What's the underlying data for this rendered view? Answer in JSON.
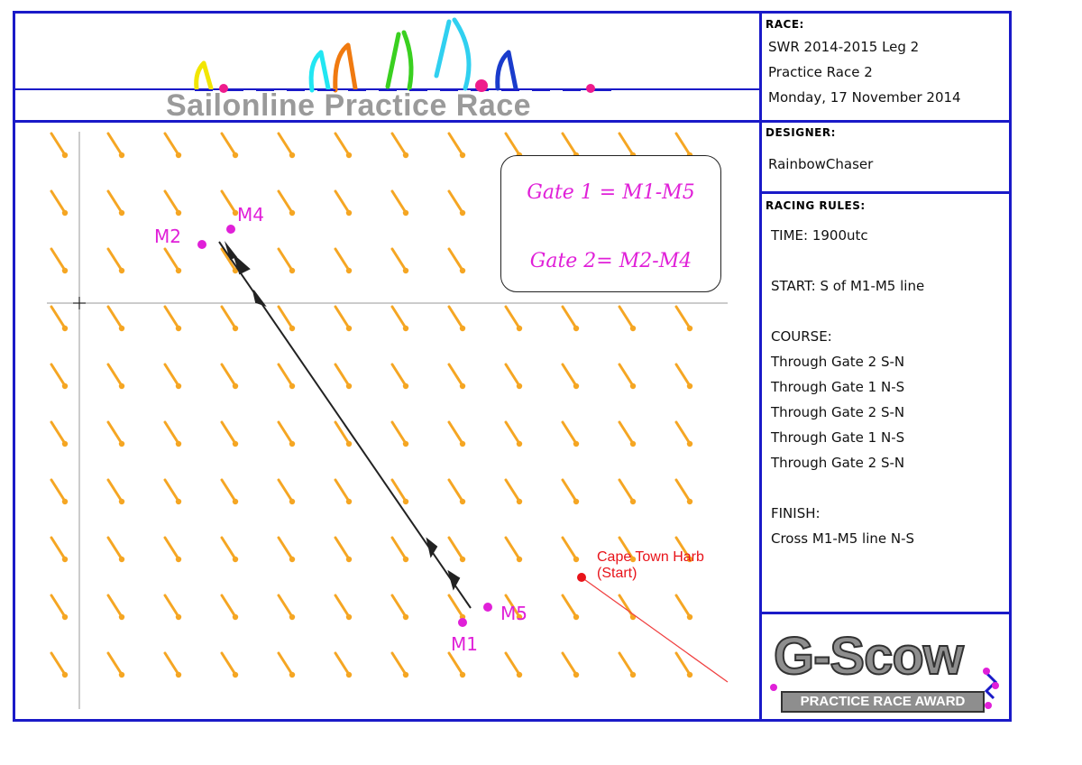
{
  "header": {
    "title": "Sailonline Practice Race"
  },
  "race": {
    "label": "RACE:",
    "line1": "SWR 2014-2015 Leg 2",
    "line2": "Practice Race 2",
    "line3": "Monday, 17 November 2014"
  },
  "designer": {
    "label": "DESIGNER:",
    "name": "RainbowChaser"
  },
  "rules": {
    "label": "RACING RULES:",
    "time": "TIME: 1900utc",
    "start": "START:  S of M1-M5 line",
    "course_label": "COURSE:",
    "course": [
      "Through Gate 2 S-N",
      "Through Gate 1 N-S",
      "Through Gate 2 S-N",
      "Through Gate 1 N-S",
      "Through Gate 2 S-N"
    ],
    "finish_label": "FINISH:",
    "finish": "Cross M1-M5 line N-S"
  },
  "legend": {
    "gate1": "Gate 1 = M1-M5",
    "gate2": "Gate 2= M2-M4"
  },
  "marks": {
    "m1": "M1",
    "m2": "M2",
    "m4": "M4",
    "m5": "M5"
  },
  "start_point": {
    "line1": "Cape Town Harb",
    "line2": "(Start)"
  },
  "award": {
    "logo_text": "G-Scow",
    "subtitle": "PRACTICE RACE AWARD"
  },
  "colors": {
    "frame": "#1a1ac8",
    "marks": "#e020d8",
    "wind_arrows": "#f5a623",
    "start": "#e8131a"
  }
}
